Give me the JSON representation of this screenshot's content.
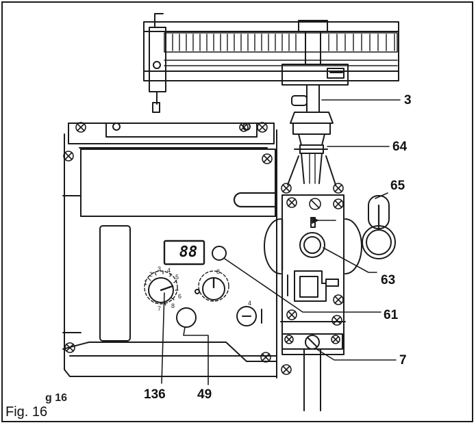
{
  "figure": {
    "caption": "Fig. 16",
    "partial_caption": "g 16",
    "display_reading": "88"
  },
  "callouts": [
    {
      "id": "3",
      "label": "3"
    },
    {
      "id": "64",
      "label": "64"
    },
    {
      "id": "65",
      "label": "65"
    },
    {
      "id": "63",
      "label": "63"
    },
    {
      "id": "61",
      "label": "61"
    },
    {
      "id": "7",
      "label": "7"
    },
    {
      "id": "136",
      "label": "136"
    },
    {
      "id": "49",
      "label": "49"
    }
  ],
  "dials": {
    "left_scale": [
      "1",
      "2",
      "3",
      "4",
      "5",
      "6",
      "7",
      "8"
    ],
    "middle_scale": [
      "8"
    ],
    "right_mark": "4"
  }
}
